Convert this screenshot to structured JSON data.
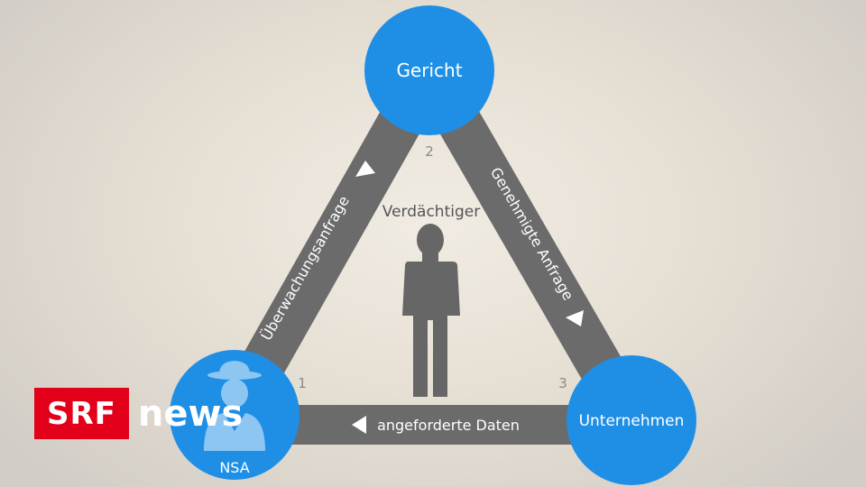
{
  "diagram": {
    "nodes": {
      "court": "Gericht",
      "agency": "NSA",
      "company": "Unternehmen"
    },
    "edges": {
      "request": "Überwachungsanfrage",
      "approved": "Genehmigte Anfrage",
      "data": "angeforderte Daten"
    },
    "steps": [
      "1",
      "2",
      "3"
    ],
    "suspect_label": "Verdächtiger",
    "colors": {
      "node_blue": "#1f8fe6",
      "band_gray": "#6b6b6b",
      "figure_gray": "#666666"
    }
  },
  "brand": {
    "box_text": "SRF",
    "word": "news",
    "color": "#e2001a"
  }
}
